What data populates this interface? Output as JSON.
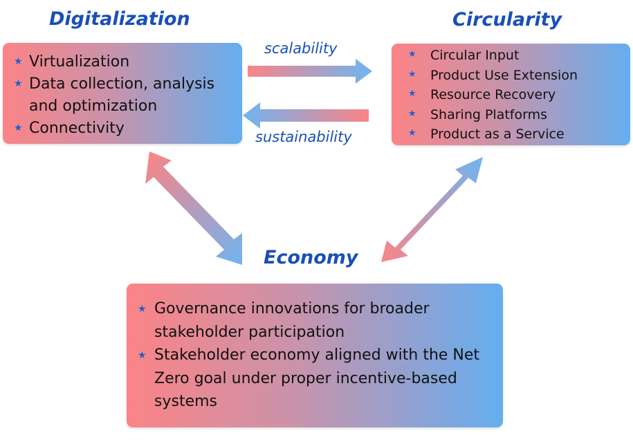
{
  "digitalization": {
    "title": "Digitalization",
    "items": [
      "Virtualization",
      "Data collection, analysis and optimization",
      "Connectivity"
    ]
  },
  "circularity": {
    "title": "Circularity",
    "items": [
      "Circular Input",
      "Product Use Extension",
      "Resource Recovery",
      "Sharing Platforms",
      "Product as a Service"
    ]
  },
  "economy": {
    "title": "Economy",
    "items": [
      "Governance innovations for broader stakeholder participation",
      "Stakeholder economy aligned with the Net Zero goal under proper incentive-based systems"
    ]
  },
  "links": {
    "forward_label": "scalability",
    "backward_label": "sustainability"
  },
  "colors": {
    "title": "#1a4fb8",
    "bullet": "#1d5fd0",
    "gradient_start": "#fb8486",
    "gradient_end": "#64aef0"
  },
  "icons": {
    "bullet": "star-icon"
  }
}
